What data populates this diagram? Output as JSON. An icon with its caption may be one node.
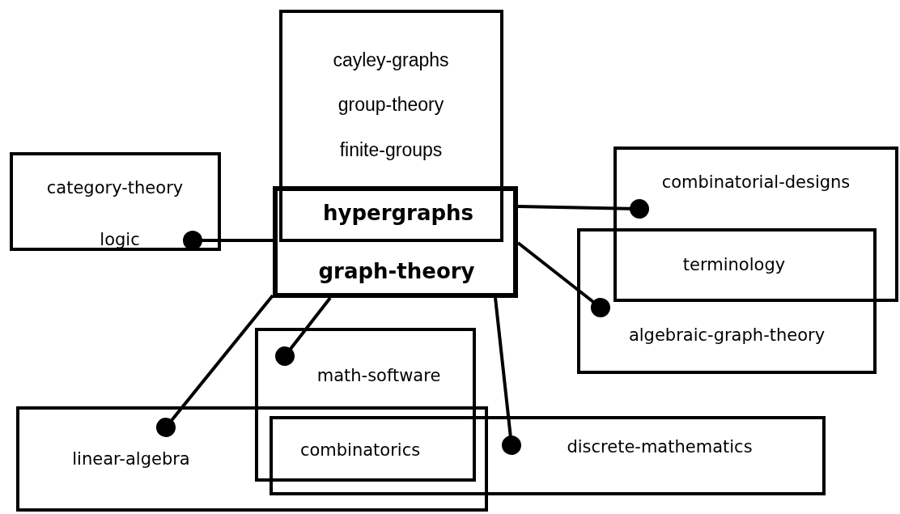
{
  "diagram": {
    "nodes": [
      {
        "text": [
          "cayley-graphs",
          "group-theory",
          "finite-groups"
        ]
      },
      {
        "text": [
          "hypergraphs",
          "graph-theory"
        ]
      },
      {
        "text": [
          "category-theory",
          "logic"
        ]
      },
      {
        "text": [
          "combinatorial-designs"
        ]
      },
      {
        "text": [
          "terminology",
          "algebraic-graph-theory"
        ]
      },
      {
        "text": [
          "math-software",
          "combinatorics"
        ]
      },
      {
        "text": [
          "linear-algebra"
        ]
      },
      {
        "text": [
          "discrete-mathematics"
        ]
      }
    ],
    "edges": [
      {
        "from": 1,
        "to": 2,
        "arrow": "other"
      },
      {
        "from": 1,
        "to": 3,
        "arrow": "other"
      },
      {
        "from": 1,
        "to": 4,
        "arrow": "other"
      },
      {
        "from": 1,
        "to": 5,
        "arrow": "other"
      },
      {
        "from": 1,
        "to": 6,
        "arrow": "other"
      },
      {
        "from": 1,
        "to": 7,
        "arrow": "other"
      }
    ]
  }
}
